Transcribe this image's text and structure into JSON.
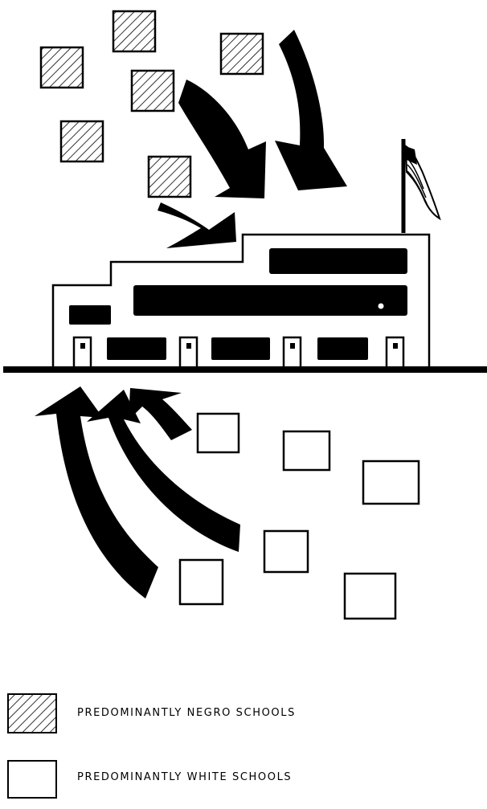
{
  "colors": {
    "ink": "#000000",
    "paper": "#ffffff"
  },
  "legend": {
    "negro": {
      "label": "PREDOMINANTLY NEGRO SCHOOLS",
      "swatch": "hatched"
    },
    "white": {
      "label": "PREDOMINANTLY WHITE SCHOOLS",
      "swatch": "plain"
    }
  }
}
